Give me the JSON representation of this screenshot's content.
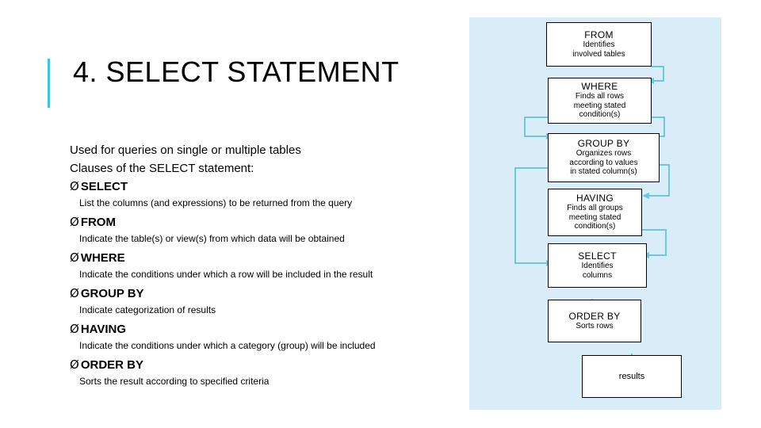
{
  "slide": {
    "title": "4. SELECT STATEMENT",
    "accent_color": "#39c5e8",
    "panel_color": "#d9edf9"
  },
  "body": {
    "intro": [
      "Used for queries on single or multiple tables",
      "Clauses of the SELECT statement:"
    ],
    "clauses": [
      {
        "bullet": "Ø",
        "name": "SELECT",
        "desc": "List the columns (and expressions) to be returned from the query"
      },
      {
        "bullet": "Ø",
        "name": "FROM",
        "desc": "Indicate the table(s) or view(s) from which data will be obtained"
      },
      {
        "bullet": "Ø",
        "name": "WHERE",
        "desc": "Indicate the conditions under which a row will be included in the result"
      },
      {
        "bullet": "Ø",
        "name": "GROUP BY",
        "desc": "Indicate categorization of results"
      },
      {
        "bullet": "Ø",
        "name": "HAVING",
        "desc": "Indicate the conditions under which a category (group) will be included"
      },
      {
        "bullet": "Ø",
        "name": "ORDER BY",
        "desc": "Sorts the result according to specified criteria"
      }
    ]
  },
  "diagram": {
    "boxes": [
      {
        "title": "FROM",
        "lines": [
          "Identifies",
          "involved tables"
        ]
      },
      {
        "title": "WHERE",
        "lines": [
          "Finds all rows",
          "meeting stated",
          "condition(s)"
        ]
      },
      {
        "title": "GROUP BY",
        "lines": [
          "Organizes rows",
          "according to values",
          "in stated column(s)"
        ]
      },
      {
        "title": "HAVING",
        "lines": [
          "Finds all groups",
          "meeting stated",
          "condition(s)"
        ]
      },
      {
        "title": "SELECT",
        "lines": [
          "Identifies",
          "columns"
        ]
      },
      {
        "title": "ORDER BY",
        "lines": [
          "Sorts rows"
        ]
      },
      {
        "title": "",
        "lines": [
          "results"
        ]
      }
    ]
  }
}
